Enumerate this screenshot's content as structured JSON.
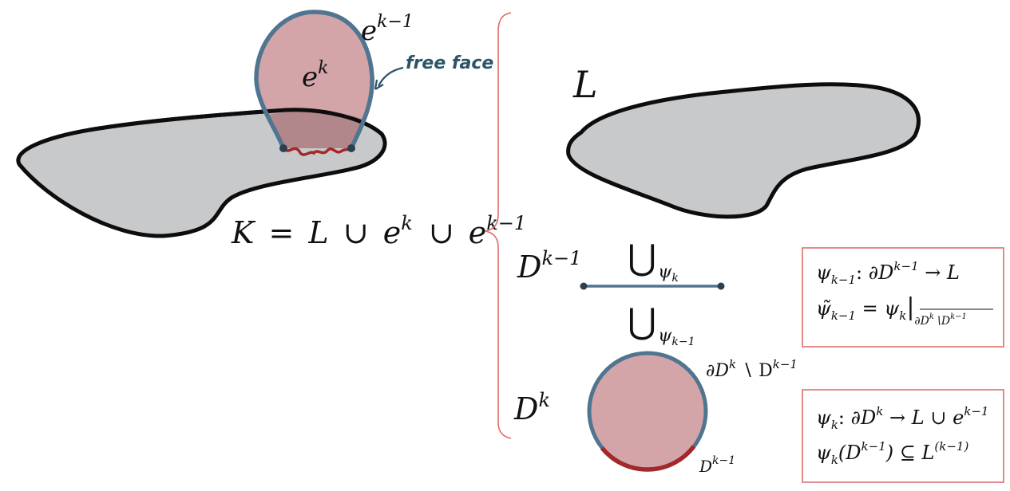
{
  "colors": {
    "blob_fill": "#c8c9cb",
    "outline": "#0d0d0d",
    "cell_fill": "#d4a5a8",
    "cell_boundary": "#4f7590",
    "attach_arc": "#a3282a",
    "brace": "#e06a6a",
    "box_border": "#d86666",
    "annotation": "#2c5468"
  },
  "left": {
    "cell_label": {
      "base": "e",
      "sup": "k"
    },
    "face_label": {
      "base": "e",
      "sup": "k−1"
    },
    "free_face": "free face",
    "complex_formula": {
      "K": "K",
      "eq": "=",
      "L": "L",
      "cup1": "∪",
      "e1": "e",
      "e1_sup": "k",
      "cup2": "∪",
      "e2": "e",
      "e2_sup": "k−1"
    }
  },
  "right": {
    "L_label": "L",
    "disk_km1": {
      "base": "D",
      "sup": "k−1"
    },
    "disk_k": {
      "base": "D",
      "sup": "k"
    },
    "union1": {
      "sym": "⋃",
      "sub": "ψ",
      "sub_sub": "k"
    },
    "union2": {
      "sym": "⋃",
      "sub": "ψ",
      "sub_sub": "k−1"
    },
    "boundary_label": {
      "d": "∂D",
      "sup": "k",
      "minus": " ∖ D",
      "sup2": "k−1"
    },
    "arc_label": {
      "base": "D",
      "sup": "k−1"
    }
  },
  "box1": {
    "line1": {
      "psi": "ψ",
      "sub": "k−1",
      "colon": ":",
      "d": " ∂D",
      "sup": "k−1",
      "arrow": " → L"
    },
    "line2": {
      "psi": "ψ̃",
      "sub": "k−1",
      "eq": " = ψ",
      "sub2": "k",
      "bar": "|",
      "restr": "∂D",
      "restr_sup": "k",
      "restr_minus": "∖D",
      "restr_sup2": "k−1"
    }
  },
  "box2": {
    "line1": {
      "psi": "ψ",
      "sub": "k",
      "colon": ":",
      "d": " ∂D",
      "sup": "k",
      "arrow": " → L ∪ e",
      "sup2": "k−1"
    },
    "line2": {
      "psi": "ψ",
      "sub": "k",
      "open": "(D",
      "sup": "k−1",
      "close": ") ⊆ L",
      "sup2": "(k−1)"
    }
  }
}
